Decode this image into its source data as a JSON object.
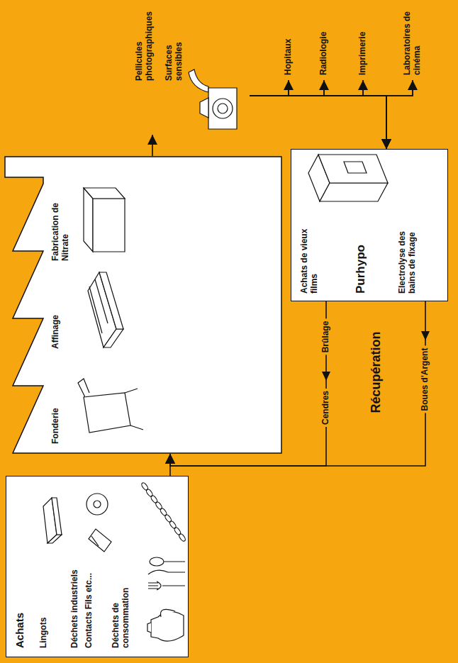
{
  "diagram": {
    "nodes": [
      {
        "text": [
          "Achats",
          "Lingots",
          "Déchets industriels",
          "Contacts Fils etc...",
          "Déchets de consommation"
        ]
      },
      {
        "text": [
          "Fonderie",
          "Affinage",
          "Fabrication de Nitrate"
        ]
      },
      {
        "text": [
          "Achats de vieux films",
          "Purhypo",
          "Electrolyse des bains de fixage"
        ]
      },
      {
        "text": [
          "Pellicules photographiques",
          "Surfaces sensibles"
        ]
      },
      {
        "text": [
          "Hopitaux"
        ]
      },
      {
        "text": [
          "Radiologie"
        ]
      },
      {
        "text": [
          "Imprimerie"
        ]
      },
      {
        "text": [
          "Laboratoires de cinéma"
        ]
      }
    ],
    "edges": [
      {
        "from": 0,
        "to": 1,
        "arrow": "to"
      },
      {
        "from": 2,
        "to": 1,
        "label": "Cendres",
        "arrow": "to"
      },
      {
        "from": 2,
        "to": 1,
        "label": "Boues d'Argent",
        "arrow": "to"
      },
      {
        "from": 1,
        "to": 3,
        "arrow": "to"
      },
      {
        "from": 3,
        "to": 4,
        "arrow": "to"
      },
      {
        "from": 3,
        "to": 5,
        "arrow": "to"
      },
      {
        "from": 3,
        "to": 6,
        "arrow": "to"
      },
      {
        "from": 3,
        "to": 7,
        "arrow": "to"
      },
      {
        "from": 4,
        "to": 2,
        "arrow": "to"
      },
      {
        "from": 5,
        "to": 2,
        "arrow": "to"
      },
      {
        "from": 6,
        "to": 2,
        "arrow": "to"
      },
      {
        "from": 7,
        "to": 2,
        "arrow": "to"
      }
    ],
    "labels": [
      "Brûlage",
      "Récupération"
    ]
  }
}
